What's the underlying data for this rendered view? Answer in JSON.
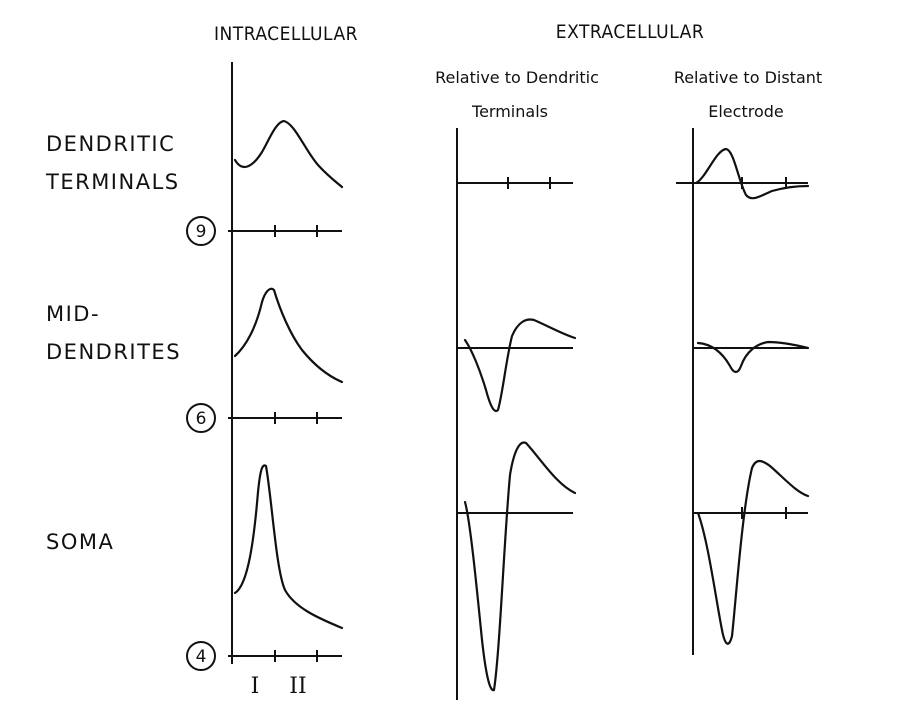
{
  "headers": {
    "intracellular": "INTRACELLULAR",
    "extracellular": "EXTRACELLULAR",
    "rel_dendritic_1": "Relative to Dendritic",
    "rel_dendritic_2": "Terminals",
    "rel_distant_1": "Relative to Distant",
    "rel_distant_2": "Electrode"
  },
  "rows": {
    "dendritic_1": "DENDRITIC",
    "dendritic_2": "TERMINALS",
    "mid_1": "MID-",
    "mid_2": "DENDRITES",
    "soma": "SOMA"
  },
  "markers": {
    "m9": "9",
    "m6": "6",
    "m4": "4"
  },
  "time_labels": {
    "t1": "I",
    "t2": "II"
  }
}
